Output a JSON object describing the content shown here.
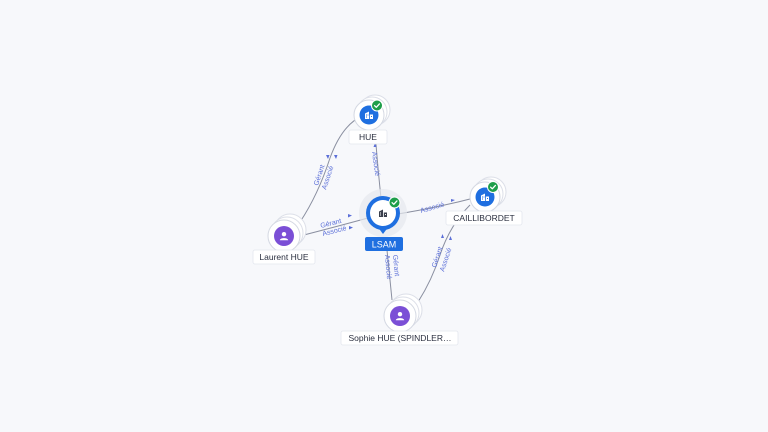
{
  "colors": {
    "company": "#1f6fe0",
    "person": "#7b4fd6",
    "verified": "#1e9e4a",
    "edge_label": "#5b6fd8",
    "edge_line": "#8a8fa0"
  },
  "center": {
    "label": "LSAM",
    "icon": "building-icon",
    "verified": true
  },
  "nodes": [
    {
      "id": "hue",
      "label": "HUE",
      "type": "company",
      "icon": "building-icon",
      "verified": true
    },
    {
      "id": "caillibordet",
      "label": "CAILLIBORDET",
      "type": "company",
      "icon": "building-icon",
      "verified": true
    },
    {
      "id": "laurent",
      "label": "Laurent HUE",
      "type": "person",
      "icon": "person-icon",
      "verified": false
    },
    {
      "id": "sophie",
      "label": "Sophie HUE (SPINDLER…",
      "type": "person",
      "icon": "person-icon",
      "verified": false
    }
  ],
  "edges": [
    {
      "from": "lsam",
      "to": "hue",
      "labels": [
        "Associé"
      ]
    },
    {
      "from": "lsam",
      "to": "caillibordet",
      "labels": [
        "Associé"
      ]
    },
    {
      "from": "laurent",
      "to": "lsam",
      "labels": [
        "Gérant",
        "Associé"
      ]
    },
    {
      "from": "sophie",
      "to": "lsam",
      "labels": [
        "Gérant",
        "Associé"
      ]
    },
    {
      "from": "laurent",
      "to": "hue",
      "labels": [
        "Gérant",
        "Associé"
      ]
    },
    {
      "from": "sophie",
      "to": "caillibordet",
      "labels": [
        "Gérant",
        "Associé"
      ]
    }
  ]
}
